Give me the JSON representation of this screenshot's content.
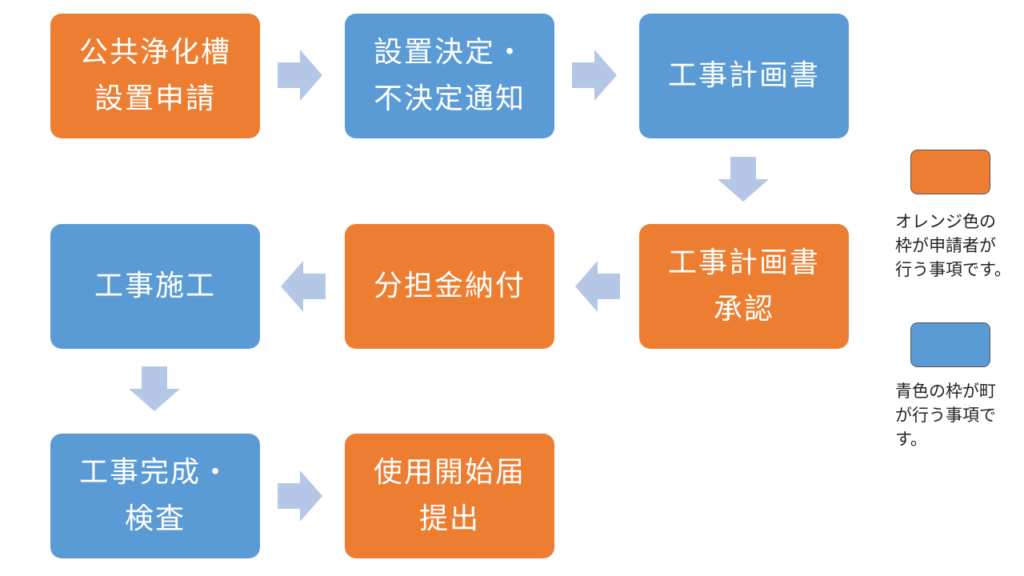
{
  "colors": {
    "orange": "#ed7d31",
    "blue": "#5b9bd5",
    "arrow": "#b4c7e7"
  },
  "steps": [
    {
      "id": "application",
      "owner": "applicant",
      "color": "orange",
      "lines": [
        "公共浄化槽",
        "設置申請"
      ]
    },
    {
      "id": "decision-notice",
      "owner": "town",
      "color": "blue",
      "lines": [
        "設置決定・",
        "不決定通知"
      ]
    },
    {
      "id": "work-plan",
      "owner": "town",
      "color": "blue",
      "lines": [
        "工事計画書"
      ]
    },
    {
      "id": "work-plan-approval",
      "owner": "applicant",
      "color": "orange",
      "lines": [
        "工事計画書",
        "承認"
      ]
    },
    {
      "id": "cost-payment",
      "owner": "applicant",
      "color": "orange",
      "lines": [
        "分担金納付"
      ]
    },
    {
      "id": "construction",
      "owner": "town",
      "color": "blue",
      "lines": [
        "工事施工"
      ]
    },
    {
      "id": "completion-inspection",
      "owner": "town",
      "color": "blue",
      "lines": [
        "工事完成・",
        "検査"
      ]
    },
    {
      "id": "start-of-use-notice",
      "owner": "applicant",
      "color": "orange",
      "lines": [
        "使用開始届",
        "提出"
      ]
    }
  ],
  "arrows": [
    {
      "from": "application",
      "to": "decision-notice",
      "direction": "right"
    },
    {
      "from": "decision-notice",
      "to": "work-plan",
      "direction": "right"
    },
    {
      "from": "work-plan",
      "to": "work-plan-approval",
      "direction": "down"
    },
    {
      "from": "work-plan-approval",
      "to": "cost-payment",
      "direction": "left"
    },
    {
      "from": "cost-payment",
      "to": "construction",
      "direction": "left"
    },
    {
      "from": "construction",
      "to": "completion-inspection",
      "direction": "down"
    },
    {
      "from": "completion-inspection",
      "to": "start-of-use-notice",
      "direction": "right"
    }
  ],
  "legend": [
    {
      "color": "orange",
      "lines": [
        "オレンジ色の",
        "枠が申請者が",
        "行う事項です。"
      ]
    },
    {
      "color": "blue",
      "lines": [
        "青色の枠が町",
        "が行う事項で",
        "す。"
      ]
    }
  ]
}
